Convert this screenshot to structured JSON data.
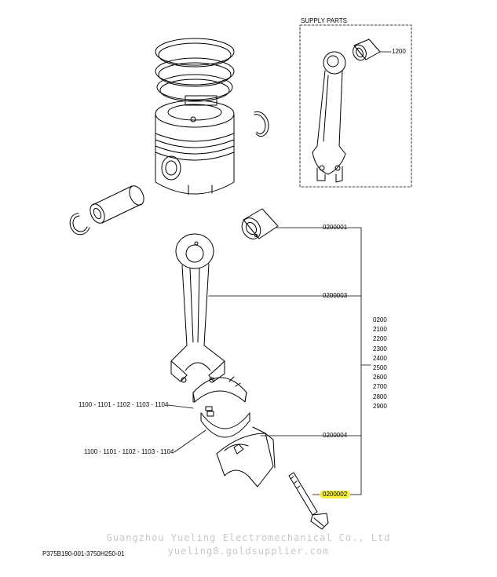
{
  "supply_parts": {
    "title": "SUPPLY PARTS",
    "ref": "1200"
  },
  "callouts": {
    "bushing": "0200001",
    "rod": "0200003",
    "cap": "0200004",
    "bolt": "0200002",
    "bearing_upper": "1100 - 1101 - 1102 - 1103 - 1104",
    "bearing_lower": "1100 - 1101 - 1102 - 1103 - 1104"
  },
  "variant_codes": [
    "0200",
    "2100",
    "2200",
    "2300",
    "2400",
    "2500",
    "2600",
    "2700",
    "2800",
    "2900"
  ],
  "highlight_color": "#f4ef3a",
  "footer": {
    "part_number": "P375B190-001-3750H250-01"
  },
  "watermark": {
    "line1": "Guangzhou Yueling Electromechanical Co., Ltd",
    "line2": "yueling8.goldsupplier.com"
  }
}
